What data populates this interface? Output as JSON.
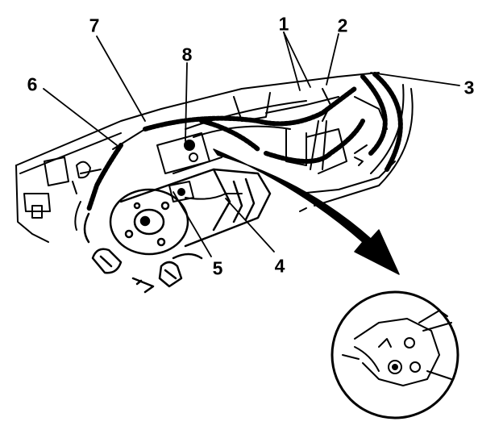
{
  "diagram": {
    "callouts": [
      "1",
      "2",
      "3",
      "4",
      "5",
      "6",
      "7",
      "8"
    ]
  }
}
